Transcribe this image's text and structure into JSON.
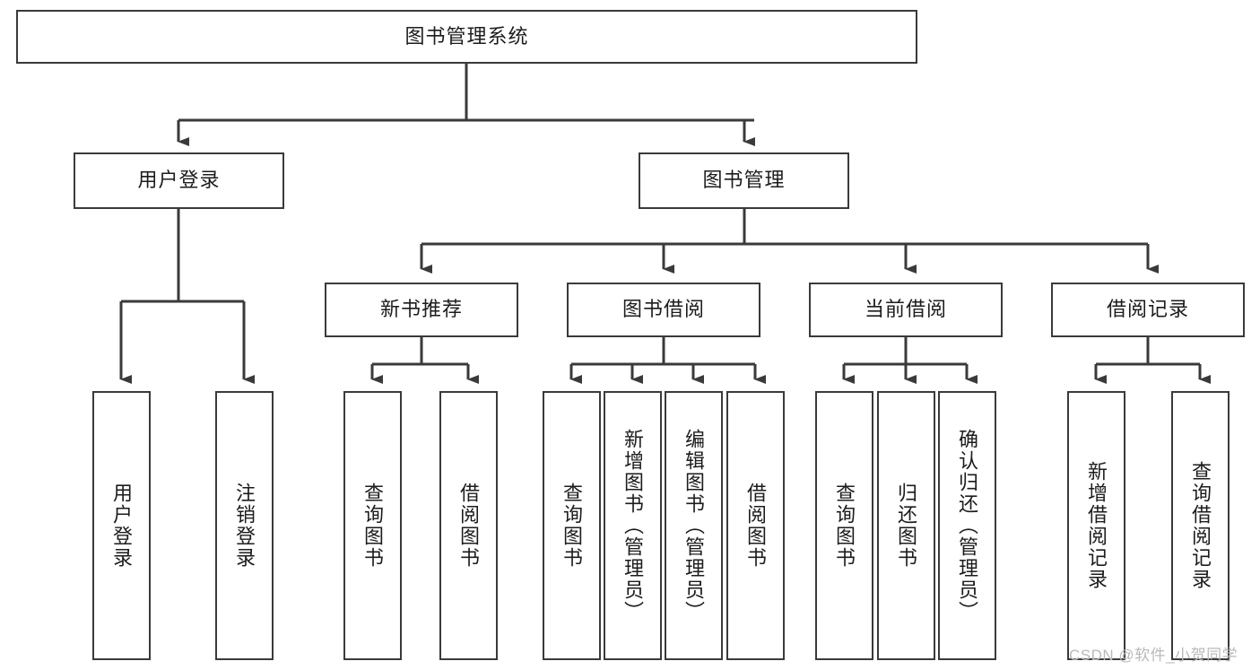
{
  "diagram": {
    "title": "图书管理系统",
    "type": "hierarchy-tree",
    "colors": {
      "box_border": "#3a3a3a",
      "box_fill": "#ffffff",
      "connector": "#3a3a3a",
      "text": "#1c1c1c",
      "watermark": "#b9b9b9"
    },
    "nodes": {
      "root": {
        "label": "图书管理系统",
        "orientation": "horizontal"
      },
      "level2": [
        {
          "id": "user-login",
          "label": "用户登录",
          "orientation": "horizontal"
        },
        {
          "id": "book-manage",
          "label": "图书管理",
          "orientation": "horizontal"
        }
      ],
      "level3": [
        {
          "id": "new-book-recommend",
          "label": "新书推荐",
          "orientation": "horizontal"
        },
        {
          "id": "book-borrow",
          "label": "图书借阅",
          "orientation": "horizontal"
        },
        {
          "id": "current-borrow",
          "label": "当前借阅",
          "orientation": "horizontal"
        },
        {
          "id": "borrow-record",
          "label": "借阅记录",
          "orientation": "horizontal"
        }
      ],
      "leaves": [
        {
          "id": "leaf-user-login",
          "label": "用户登录",
          "parent": "user-login",
          "orientation": "vertical"
        },
        {
          "id": "leaf-user-logout",
          "label": "注销登录",
          "parent": "user-login",
          "orientation": "vertical"
        },
        {
          "id": "leaf-query-book-1",
          "label": "查询图书",
          "parent": "new-book-recommend",
          "orientation": "vertical"
        },
        {
          "id": "leaf-borrow-book-1",
          "label": "借阅图书",
          "parent": "new-book-recommend",
          "orientation": "vertical"
        },
        {
          "id": "leaf-query-book-2",
          "label": "查询图书",
          "parent": "book-borrow",
          "orientation": "vertical"
        },
        {
          "id": "leaf-add-book",
          "label": "新增图书（管理员）",
          "parent": "book-borrow",
          "orientation": "vertical"
        },
        {
          "id": "leaf-edit-book",
          "label": "编辑图书（管理员）",
          "parent": "book-borrow",
          "orientation": "vertical"
        },
        {
          "id": "leaf-borrow-book-2",
          "label": "借阅图书",
          "parent": "book-borrow",
          "orientation": "vertical"
        },
        {
          "id": "leaf-query-book-3",
          "label": "查询图书",
          "parent": "current-borrow",
          "orientation": "vertical"
        },
        {
          "id": "leaf-return-book",
          "label": "归还图书",
          "parent": "current-borrow",
          "orientation": "vertical"
        },
        {
          "id": "leaf-confirm-return",
          "label": "确认归还（管理员）",
          "parent": "current-borrow",
          "orientation": "vertical"
        },
        {
          "id": "leaf-add-record",
          "label": "新增借阅记录",
          "parent": "borrow-record",
          "orientation": "vertical"
        },
        {
          "id": "leaf-query-record",
          "label": "查询借阅记录",
          "parent": "borrow-record",
          "orientation": "vertical"
        }
      ]
    },
    "watermark": "CSDN @软件_小贺同学"
  }
}
